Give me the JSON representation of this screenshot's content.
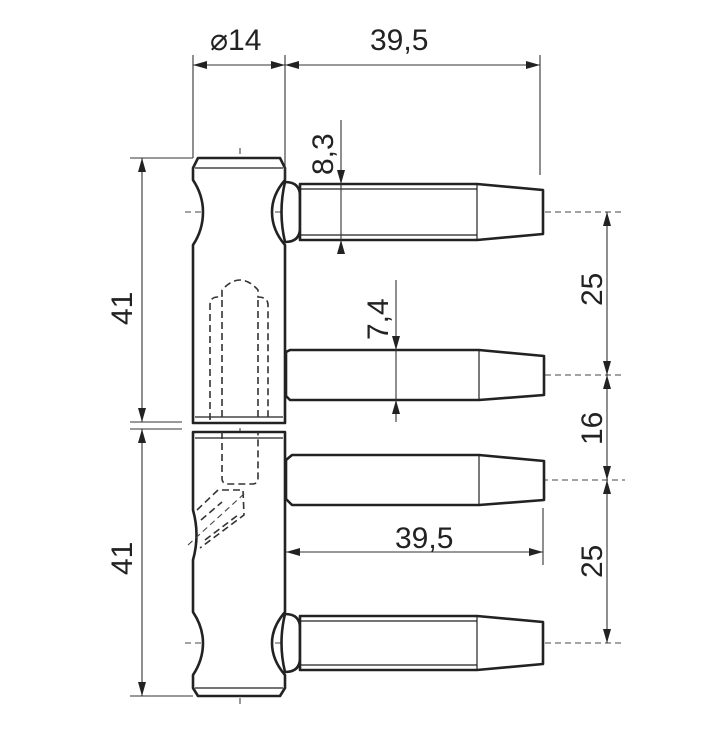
{
  "drawing": {
    "title": "Hinge with four pins - dimensioned drawing",
    "dimensions": {
      "barrel_diameter": "⌀14",
      "pin_length_top": "39,5",
      "pin_length_lower": "39,5",
      "pin_diameter_large": "8,3",
      "pin_diameter_small": "7,4",
      "upper_part_height": "41",
      "lower_part_height": "41",
      "spacing_top": "25",
      "spacing_middle": "16",
      "spacing_bottom": "25"
    }
  }
}
